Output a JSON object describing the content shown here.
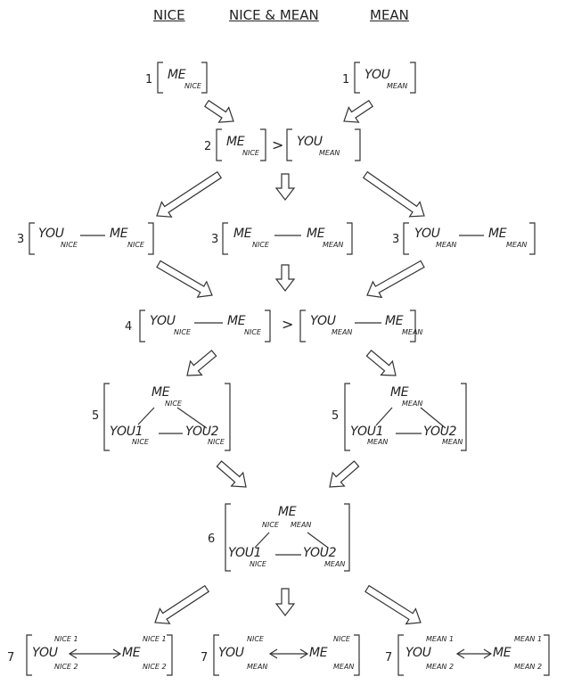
{
  "headers": [
    "NICE",
    "NICE & MEAN",
    "MEAN"
  ],
  "steps": [
    "1",
    "2",
    "3",
    "4",
    "5",
    "6",
    "7"
  ],
  "terms": {
    "me": "ME",
    "you": "YOU",
    "you1": "YOU1",
    "you2": "YOU2",
    "nice": "NICE",
    "mean": "MEAN",
    "nice1": "NICE 1",
    "nice2": "NICE 2",
    "mean1": "MEAN 1",
    "mean2": "MEAN 2",
    "gt": ">"
  }
}
